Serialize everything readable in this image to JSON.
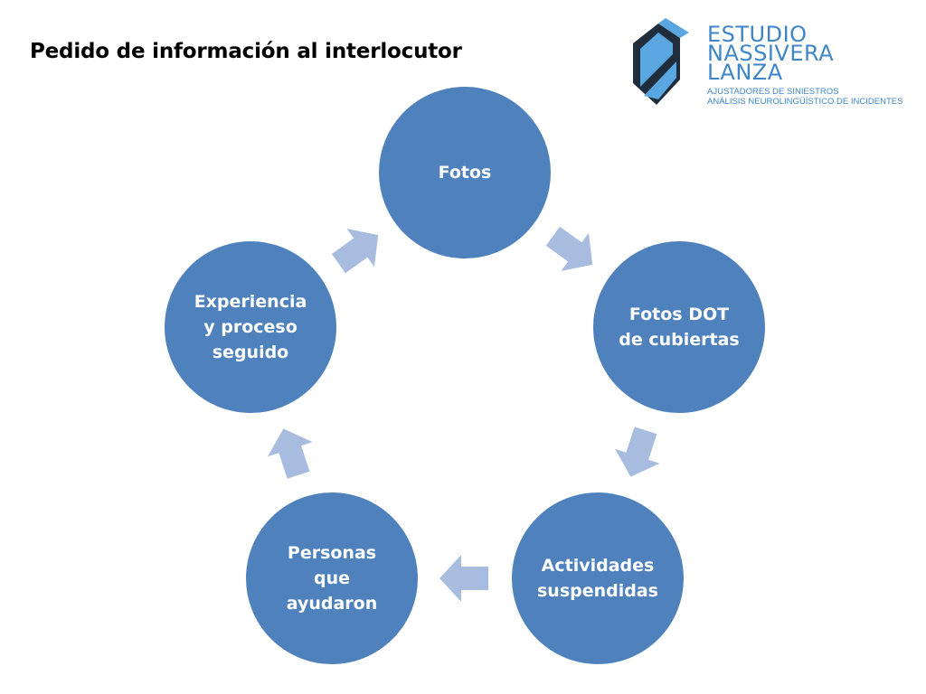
{
  "slide": {
    "title": "Pedido de información al interlocutor"
  },
  "logo": {
    "brand": "ESTUDIO\nNASSIVERA\nLANZA",
    "subtitle_line1": "AJUSTADORES DE SINIESTROS",
    "subtitle_line2": "ANÁLISIS NEUROLINGÜÍSTICO DE INCIDENTES",
    "colors": {
      "text": "#3f86c6",
      "shield_dark": "#1f2d3d",
      "shield_light": "#5aa6e0"
    }
  },
  "cycle": {
    "colors": {
      "node_fill": "#4f81bd",
      "node_stroke": "#ffffff",
      "arrow_fill": "#a7bcde"
    },
    "nodes": [
      {
        "id": "fotos",
        "label": "Fotos"
      },
      {
        "id": "fotos-dot",
        "label": "Fotos DOT de cubiertas"
      },
      {
        "id": "actividades",
        "label": "Actividades suspendidas"
      },
      {
        "id": "personas",
        "label": "Personas que ayudaron"
      },
      {
        "id": "experiencia",
        "label": "Experiencia y proceso seguido"
      }
    ]
  }
}
